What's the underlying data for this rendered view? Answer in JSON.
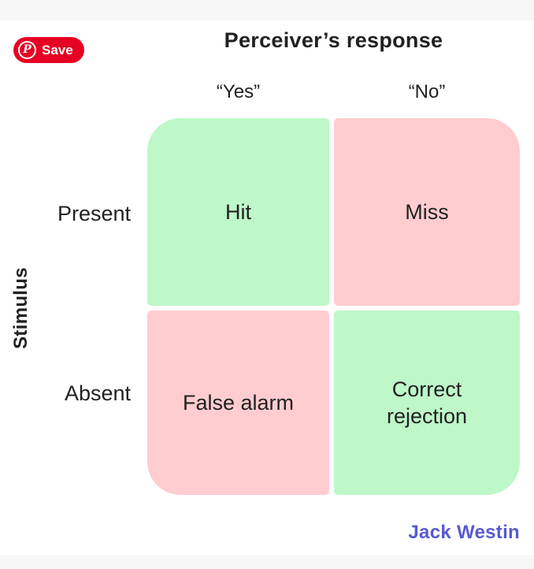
{
  "save_button": {
    "label": "Save",
    "icon": "pinterest-logo",
    "background_color": "#e60023",
    "icon_letter": "P"
  },
  "title": "Perceiver’s response",
  "columns": [
    {
      "label": "“Yes”"
    },
    {
      "label": "“No”"
    }
  ],
  "rows": [
    {
      "label": "Present"
    },
    {
      "label": "Absent"
    }
  ],
  "axis_label": "Stimulus",
  "matrix": {
    "cells": [
      {
        "label": "Hit",
        "row": "Present",
        "col": "Yes",
        "color": "#bef7c8"
      },
      {
        "label": "Miss",
        "row": "Present",
        "col": "No",
        "color": "#ffcdd0"
      },
      {
        "label": "False alarm",
        "row": "Absent",
        "col": "Yes",
        "color": "#ffcdd0"
      },
      {
        "label": "Correct rejection",
        "row": "Absent",
        "col": "No",
        "color": "#bef7c8"
      }
    ]
  },
  "branding": {
    "label": "Jack Westin",
    "color": "#5759d2"
  },
  "colors": {
    "positive_green": "#bef7c8",
    "negative_pink": "#ffcdd0",
    "text": "#212121",
    "strip_gray": "#f8f7f7"
  }
}
